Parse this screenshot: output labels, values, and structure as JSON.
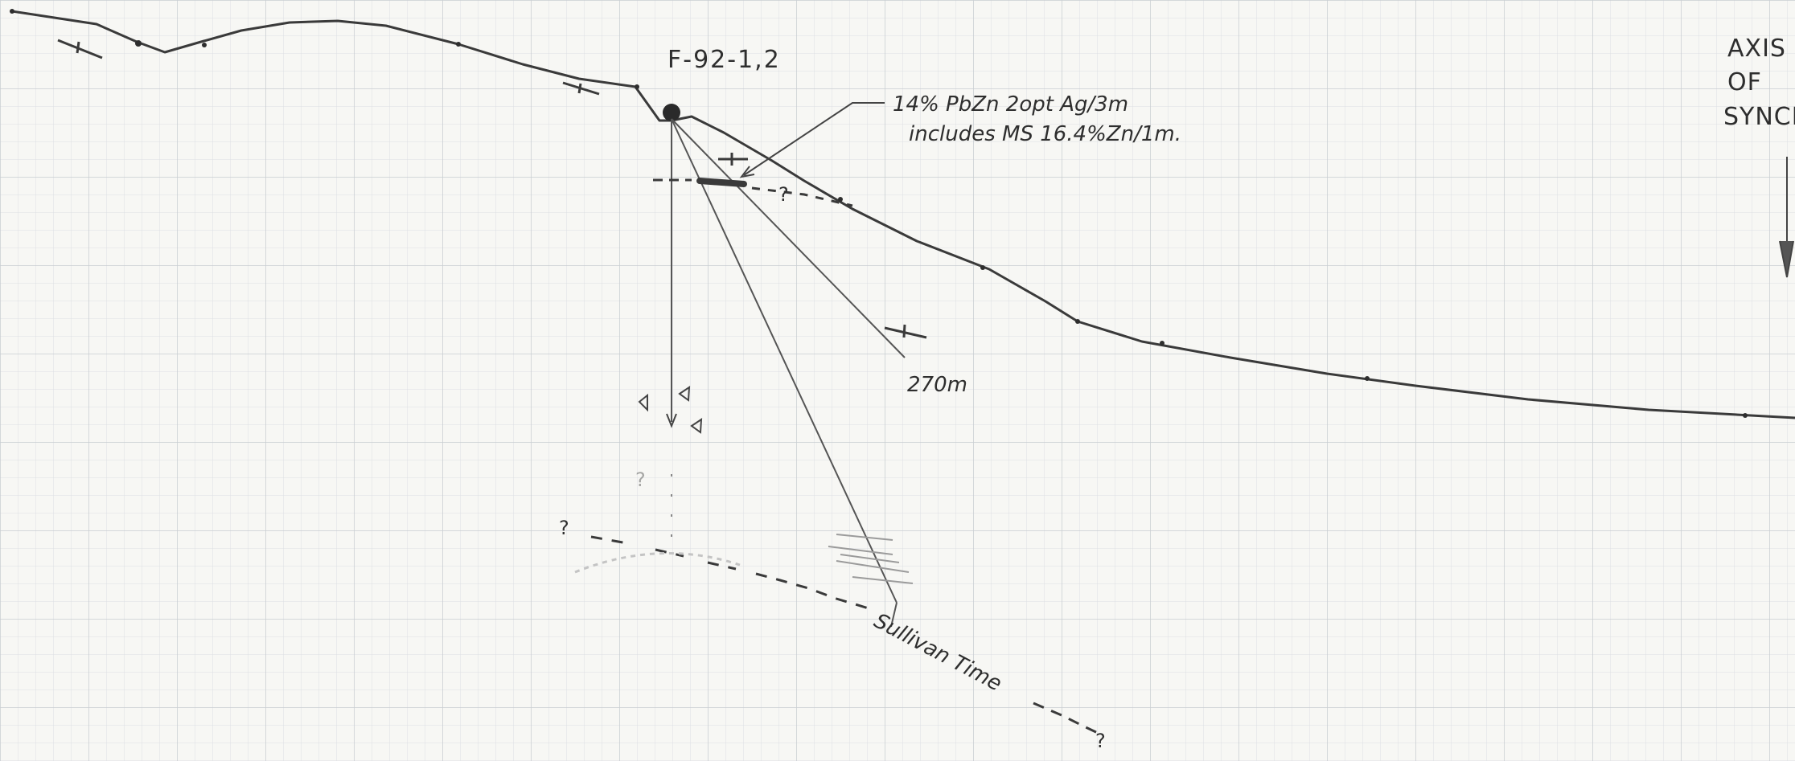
{
  "hole_label": "F-92-1,2",
  "assay": {
    "line1": "14% PbZn 2opt Ag/3m",
    "line2": "includes MS 16.4%Zn/1m."
  },
  "hole_depth_label": "270m",
  "horizon_label": "Sullivan Time",
  "axis_label": {
    "line1": "AXIS",
    "line2": "OF",
    "line3": "SYNCL"
  },
  "uncertain_marks": [
    "?",
    "?",
    "?",
    "?"
  ],
  "colors": {
    "paper": "#f7f7f4",
    "grid_minor": "#dcdfe3",
    "grid_major": "#c9cdd2",
    "pencil": "#3a3a3a"
  }
}
